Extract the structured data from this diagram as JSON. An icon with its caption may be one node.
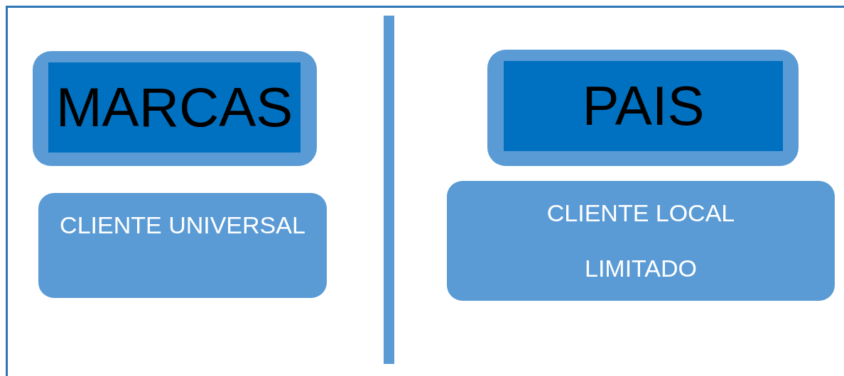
{
  "diagram": {
    "nodes": [
      {
        "text": [
          "MARCAS"
        ]
      },
      {
        "text": [
          "PAIS"
        ]
      },
      {
        "text": [
          "CLIENTE UNIVERSAL"
        ]
      },
      {
        "text": [
          "CLIENTE LOCAL LIMITADO"
        ]
      }
    ],
    "edges": []
  }
}
